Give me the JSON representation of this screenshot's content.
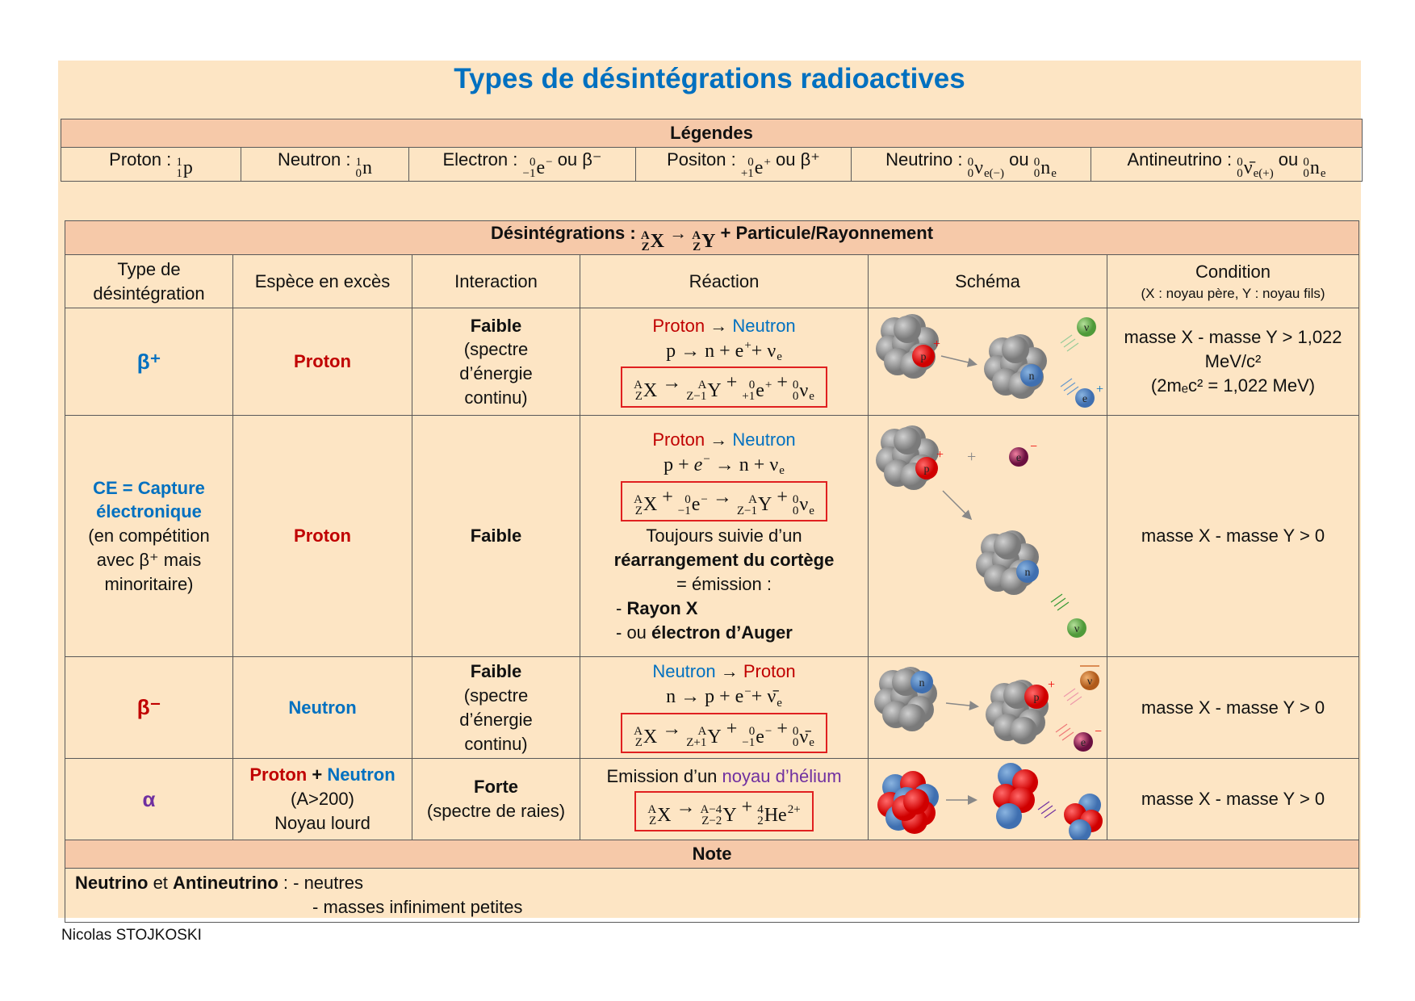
{
  "title": "Types de désintégrations radioactives",
  "legend": {
    "header": "Légendes",
    "items": [
      [
        {
          "t": "Proton : "
        },
        {
          "ps": "1",
          "pb": "1",
          "base": "p"
        }
      ],
      [
        {
          "t": "Neutron : "
        },
        {
          "ps": "1",
          "pb": "0",
          "base": "n"
        }
      ],
      [
        {
          "t": "Electron : "
        },
        {
          "ps": "0",
          "pb": "−1",
          "base": "e",
          "sup": "−"
        },
        {
          "t": " ou β⁻"
        }
      ],
      [
        {
          "t": "Positon : "
        },
        {
          "ps": "0",
          "pb": "+1",
          "base": "e",
          "sup": "+"
        },
        {
          "t": " ou β⁺"
        }
      ],
      [
        {
          "t": "Neutrino : "
        },
        {
          "ps": "0",
          "pb": "0",
          "base": "ν",
          "sub": "e(−)"
        },
        {
          "t": " ou "
        },
        {
          "ps": "0",
          "pb": "0",
          "base": "n",
          "sub": "e"
        }
      ],
      [
        {
          "t": "Antineutrino : "
        },
        {
          "ps": "0",
          "pb": "0",
          "base": "ν̄",
          "sub": "e(+)"
        },
        {
          "t": " ou "
        },
        {
          "ps": "0",
          "pb": "0",
          "base": "n",
          "sub": "e"
        }
      ]
    ]
  },
  "main": {
    "header": [
      {
        "t": "Désintégrations : "
      },
      {
        "ps": "A",
        "pb": "Z",
        "base": "X"
      },
      {
        "t": " → "
      },
      {
        "ps": "A",
        "pb": "Z",
        "base": "Y"
      },
      {
        "t": " + Particule/Rayonnement"
      }
    ],
    "columns": {
      "type": [
        "Type de",
        "désintégration"
      ],
      "espece": "Espèce en excès",
      "interaction": "Interaction",
      "reaction": "Réaction",
      "schema": "Schéma",
      "condition": "Condition",
      "condition_note": "(X : noyau père, Y : noyau fils)"
    },
    "rows": {
      "beta_plus": {
        "type": "β⁺",
        "espece": "Proton",
        "interaction": "Faible",
        "interaction_note": [
          "(spectre",
          "d’énergie",
          "continu)"
        ],
        "transform_from": "Proton",
        "transform_arrow": " → ",
        "transform_to": "Neutron",
        "equation": [
          {
            "t": "p → n + "
          },
          {
            "base": "e",
            "sup": "+"
          },
          {
            "t": "+ "
          },
          {
            "base": "ν",
            "sub": "e"
          }
        ],
        "boxed": [
          {
            "ps": "A",
            "pb": "Z",
            "base": "X"
          },
          {
            "t": " → "
          },
          {
            "ps": "A",
            "pb": "Z−1",
            "base": "Y"
          },
          {
            "t": " + "
          },
          {
            "ps": "0",
            "pb": "+1",
            "base": "e",
            "sup": "+"
          },
          {
            "t": " + "
          },
          {
            "ps": "0",
            "pb": "0",
            "base": "ν",
            "sub": "e"
          }
        ],
        "condition": [
          "masse X - masse Y > 1,022",
          "MeV/c²",
          "(2mₑc² = 1,022 MeV)"
        ],
        "schema_labels": {
          "proton": "p",
          "neutron": "n",
          "neutrino": "ν",
          "positron": "e",
          "plus": "+"
        }
      },
      "ce": {
        "type_lines": [
          "CE = Capture",
          "électronique"
        ],
        "type_note": [
          "(en compétition",
          "avec β⁺ mais",
          "minoritaire)"
        ],
        "espece": "Proton",
        "interaction": "Faible",
        "transform_from": "Proton",
        "transform_arrow": " → ",
        "transform_to": "Neutron",
        "equation": [
          {
            "t": "p + "
          },
          {
            "base": "e",
            "sup": "−",
            "it": true
          },
          {
            "t": " → n + "
          },
          {
            "base": "ν",
            "sub": "e"
          }
        ],
        "boxed": [
          {
            "ps": "A",
            "pb": "Z",
            "base": "X"
          },
          {
            "t": " +  "
          },
          {
            "ps": "0",
            "pb": "−1",
            "base": "e",
            "sup": "−"
          },
          {
            "t": "  →  "
          },
          {
            "ps": "A",
            "pb": "Z−1",
            "base": "Y"
          },
          {
            "t": " +  "
          },
          {
            "ps": "0",
            "pb": "0",
            "base": "ν",
            "sub": "e"
          }
        ],
        "note_1": "Toujours suivie d’un",
        "note_2": "réarrangement du cortège",
        "note_3": "= émission :",
        "list_1_prefix": "- ",
        "list_1": "Rayon X",
        "list_2_prefix": "- ou ",
        "list_2": "électron d’Auger",
        "condition": "masse X - masse Y > 0",
        "schema_labels": {
          "proton": "p",
          "neutron": "n",
          "neutrino": "ν",
          "electron": "e",
          "plus": "+",
          "minus": "−",
          "add": "+"
        }
      },
      "beta_minus": {
        "type": "β⁻",
        "espece": "Neutron",
        "interaction": "Faible",
        "interaction_note": [
          "(spectre",
          "d’énergie",
          "continu)"
        ],
        "transform_from": "Neutron",
        "transform_arrow": " → ",
        "transform_to": "Proton",
        "equation": [
          {
            "t": "n → p + "
          },
          {
            "base": "e",
            "sup": "−"
          },
          {
            "t": "+ "
          },
          {
            "base": "ν̄",
            "sub": "e"
          }
        ],
        "boxed": [
          {
            "ps": "A",
            "pb": "Z",
            "base": "X"
          },
          {
            "t": " → "
          },
          {
            "ps": "A",
            "pb": "Z+1",
            "base": "Y"
          },
          {
            "t": " + "
          },
          {
            "ps": "0",
            "pb": "−1",
            "base": "e",
            "sup": "−"
          },
          {
            "t": " + "
          },
          {
            "ps": "0",
            "pb": "0",
            "base": "ν̄",
            "sub": "e"
          }
        ],
        "condition": "masse X - masse Y > 0",
        "schema_labels": {
          "proton": "p",
          "neutron": "n",
          "antineutrino": "ν",
          "electron": "e",
          "plus": "+",
          "minus": "−"
        }
      },
      "alpha": {
        "type": "α",
        "espece_1": "Proton",
        "espece_plus": " + ",
        "espece_2": "Neutron",
        "espece_note": "(A>200)",
        "espece_note_2": "Noyau lourd",
        "interaction": "Forte",
        "interaction_note": "(spectre de raies)",
        "emission_prefix": "Emission d’un ",
        "emission_highlight": "noyau d’hélium",
        "boxed": [
          {
            "ps": "A",
            "pb": "Z",
            "base": "X"
          },
          {
            "t": " →  "
          },
          {
            "ps": "A−4",
            "pb": "Z−2",
            "base": "Y"
          },
          {
            "t": " + "
          },
          {
            "ps": "4",
            "pb": "2",
            "base": "He",
            "sup": "2+"
          }
        ],
        "condition": "masse X - masse Y > 0"
      }
    },
    "note": {
      "header": "Note",
      "line1_bold_1": "Neutrino",
      "line1_mid": " et ",
      "line1_bold_2": "Antineutrino",
      "line1_rest": " : - neutres",
      "line2": "- masses infiniment petites"
    }
  },
  "author": "Nicolas STOJKOSKI",
  "colors": {
    "title": "#0070c0",
    "proton": "#c00000",
    "neutron": "#0070c0",
    "alpha": "#7030a0",
    "background": "#fde5c4",
    "header": "#f6c9a9",
    "box": "#e02020"
  }
}
